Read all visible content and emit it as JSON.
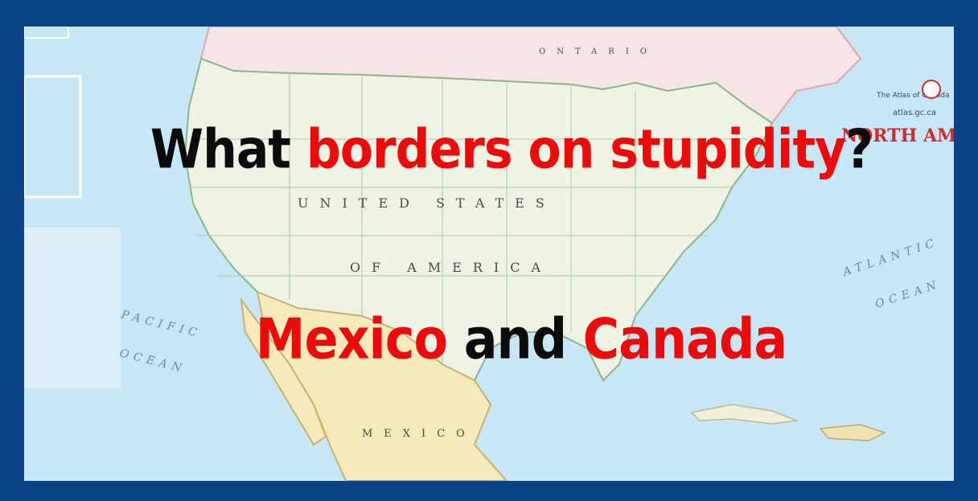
{
  "joke": {
    "q_what": "What",
    "q_borders": "borders on stupidity",
    "q_mark": "?",
    "a_mexico": "Mexico",
    "a_and": "and",
    "a_canada": "Canada"
  },
  "map_labels": {
    "united_states": "UNITED STATES",
    "of_america": "OF AMERICA",
    "mexico": "MEXICO",
    "ontario": "ONTARIO",
    "pacific": "PACIFIC",
    "pacific_ocean": "OCEAN",
    "atlantic": "ATLANTIC",
    "atlantic_ocean": "OCEAN",
    "north_america": "NORTH AM",
    "atlas_brand": "The Atlas of Canada",
    "atlas_url": "atlas.gc.ca"
  },
  "colors": {
    "frame": "#0a4487",
    "ocean": "#c7e6f6",
    "usa": "#eef3e4",
    "canada": "#f7e4e6",
    "mexico": "#f6eaba",
    "red_text": "#ec0a0a",
    "black_text": "#0b0b0b"
  }
}
